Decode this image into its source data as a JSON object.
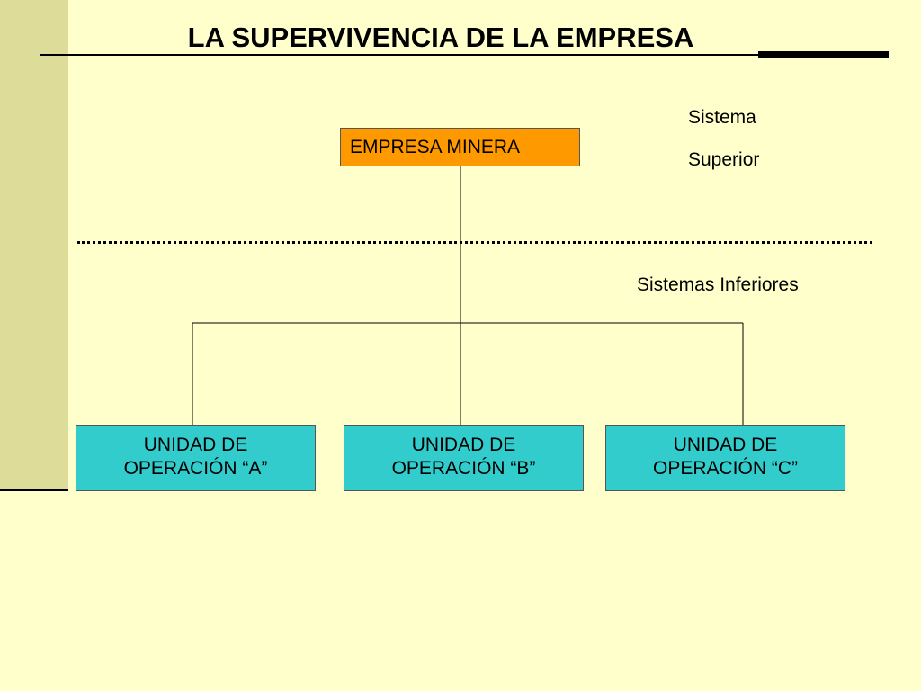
{
  "title": "LA SUPERVIVENCIA DE LA EMPRESA",
  "top_node": {
    "label": "EMPRESA MINERA",
    "color": "#ff9900"
  },
  "labels": {
    "superior_line1": "Sistema",
    "superior_line2": "Superior",
    "inferior": "Sistemas Inferiores"
  },
  "units": [
    {
      "line1": "UNIDAD DE",
      "line2": "OPERACIÓN  “A”"
    },
    {
      "line1": "UNIDAD DE",
      "line2": "OPERACIÓN  “B”"
    },
    {
      "line1": "UNIDAD DE",
      "line2": "OPERACIÓN  “C”"
    }
  ],
  "colors": {
    "background": "#ffffcc",
    "sidebar": "#dddd99",
    "unit_fill": "#33cccc"
  }
}
